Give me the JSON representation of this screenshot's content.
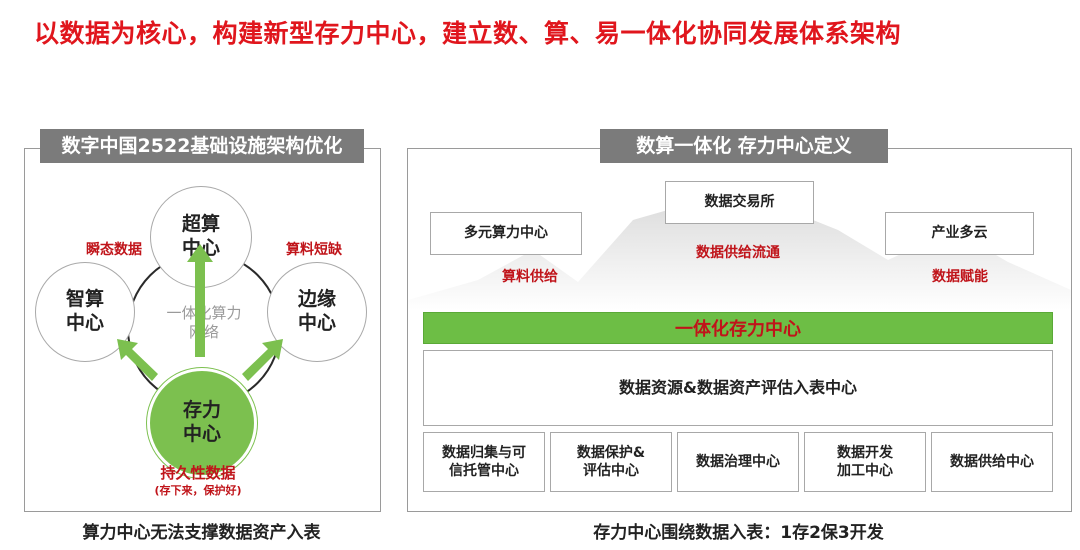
{
  "page_title": "以数据为核心，构建新型存力中心，建立数、算、易一体化协同发展体系架构",
  "left_panel": {
    "header": "数字中国2522基础设施架构优化",
    "circles": {
      "top": "超算\n中心",
      "left": "智算\n中心",
      "right": "边缘\n中心",
      "center": "一体化算力\n网络",
      "bottom": "存力\n中心"
    },
    "labels": {
      "left": "瞬态数据",
      "right": "算料短缺",
      "bottom_main": "持久性数据",
      "bottom_sub": "(存下来，保护好)"
    },
    "caption": "算力中心无法支撑数据资产入表",
    "colors": {
      "storage_fill": "#7cc04f",
      "arrow": "#7cc04f",
      "label_red": "#c0141a"
    }
  },
  "right_panel": {
    "header": "数算一体化 存力中心定义",
    "top_boxes": [
      "多元算力中心",
      "数据交易所",
      "产业多云"
    ],
    "red_labels": [
      "算料供给",
      "数据供给流通",
      "数据赋能"
    ],
    "green_bar": "一体化存力中心",
    "main_box": "数据资源&数据资产评估入表中心",
    "bottom_boxes": [
      "数据归集与可\n信托管中心",
      "数据保护&\n评估中心",
      "数据治理中心",
      "数据开发\n加工中心",
      "数据供给中心"
    ],
    "caption": "存力中心围绕数据入表：1存2保3开发",
    "colors": {
      "green_bar": "#6dbe45",
      "label_red": "#c0141a"
    }
  }
}
